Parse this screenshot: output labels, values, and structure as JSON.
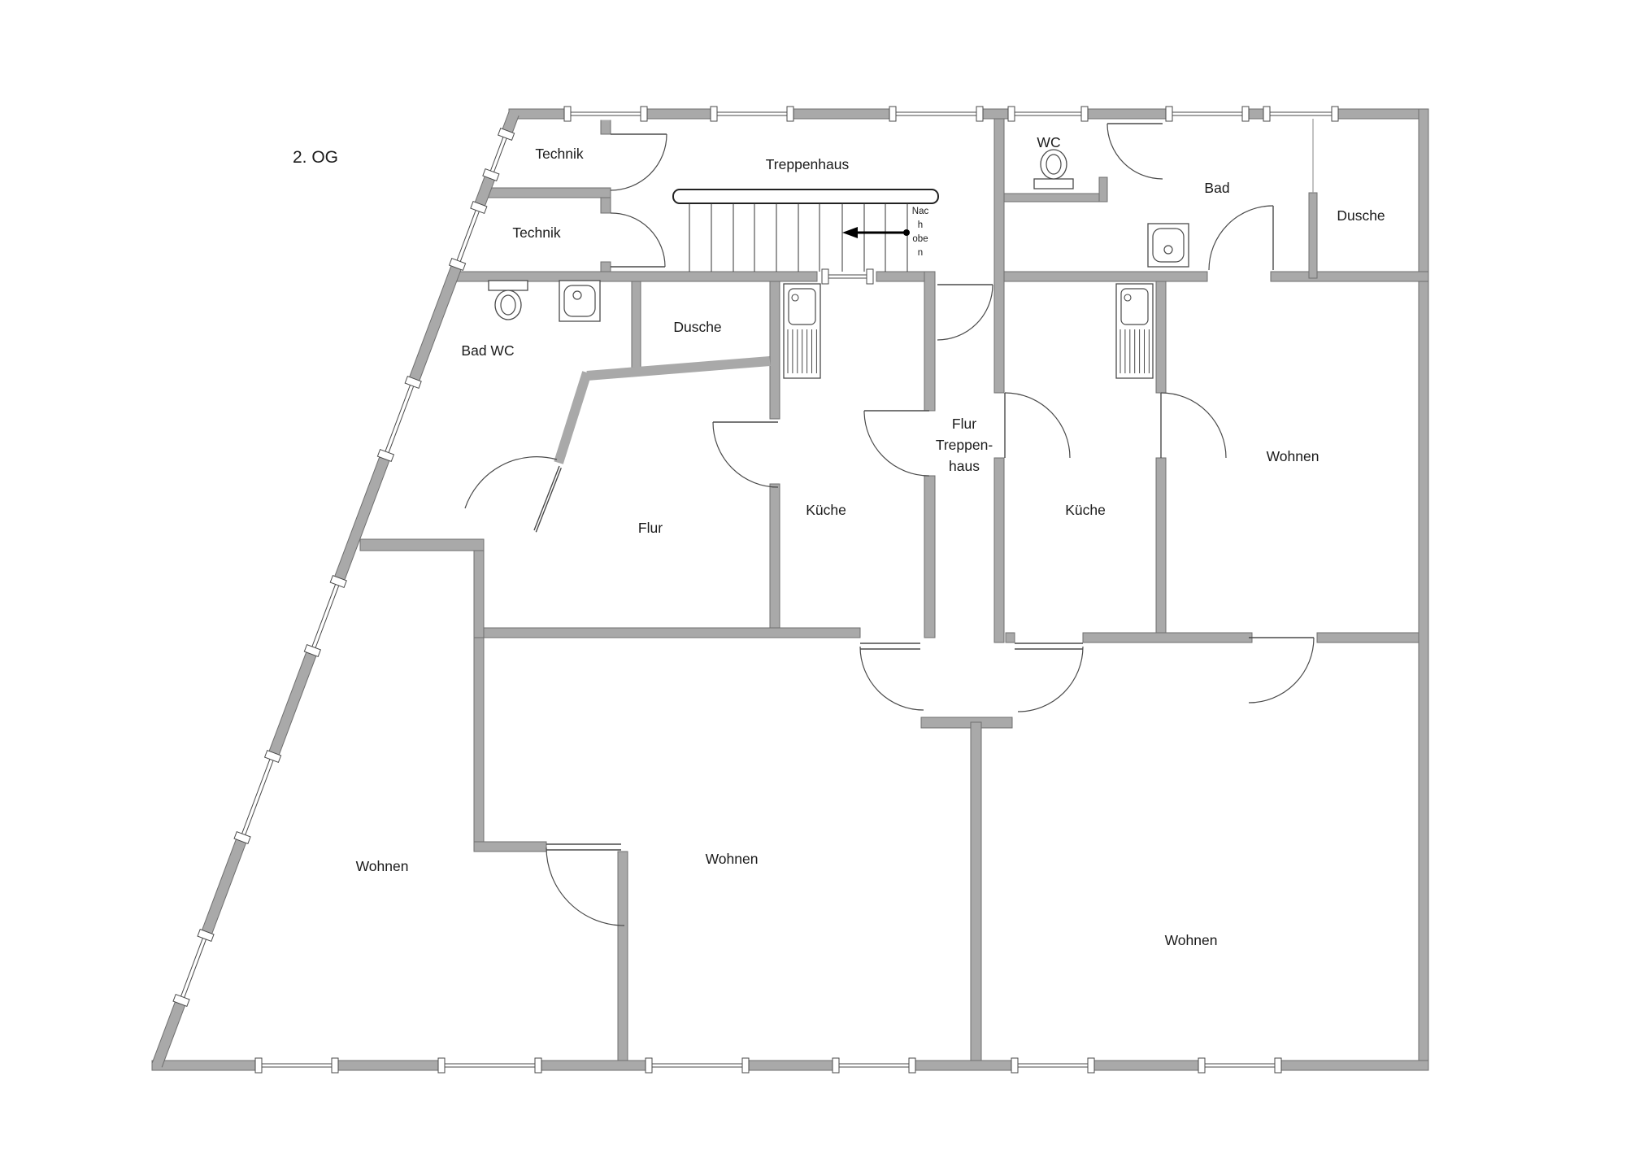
{
  "floor_plan": {
    "floor_label": "2. OG",
    "rooms": [
      {
        "id": "technik-1",
        "label": "Technik"
      },
      {
        "id": "technik-2",
        "label": "Technik"
      },
      {
        "id": "treppenhaus",
        "label": "Treppenhaus"
      },
      {
        "id": "wc",
        "label": "WC"
      },
      {
        "id": "bad",
        "label": "Bad"
      },
      {
        "id": "dusche-right",
        "label": "Dusche"
      },
      {
        "id": "bad-wc",
        "label": "Bad WC"
      },
      {
        "id": "dusche-left",
        "label": "Dusche"
      },
      {
        "id": "flur",
        "label": "Flur"
      },
      {
        "id": "kueche-left",
        "label": "Küche"
      },
      {
        "id": "flur-treppenhaus",
        "label": "Flur Treppenhaus",
        "lines": [
          "Flur",
          "Treppen-",
          "haus"
        ]
      },
      {
        "id": "kueche-right",
        "label": "Küche"
      },
      {
        "id": "wohnen-right",
        "label": "Wohnen"
      },
      {
        "id": "wohnen-bottom-left",
        "label": "Wohnen"
      },
      {
        "id": "wohnen-bottom-middle",
        "label": "Wohnen"
      },
      {
        "id": "wohnen-bottom-right",
        "label": "Wohnen"
      }
    ],
    "stairs": {
      "direction_note": "Nach oben",
      "direction_note_lines": [
        "Nac",
        "h",
        "obe",
        "n"
      ]
    },
    "fixtures": [
      {
        "id": "toilet-wc",
        "type": "toilet-icon"
      },
      {
        "id": "toilet-bad-wc",
        "type": "toilet-icon"
      },
      {
        "id": "sink-bad-wc",
        "type": "sink-icon"
      },
      {
        "id": "sink-bad",
        "type": "sink-icon"
      },
      {
        "id": "kitchen-sink-left",
        "type": "kitchen-sink-icon"
      },
      {
        "id": "kitchen-sink-right",
        "type": "kitchen-sink-icon"
      }
    ],
    "colors": {
      "background": "#ffffff",
      "wall_fill": "#a9a9a9",
      "wall_outline": "#6f6f6f",
      "thin_line": "#4a4a4a",
      "text": "#1b1b1b"
    }
  }
}
